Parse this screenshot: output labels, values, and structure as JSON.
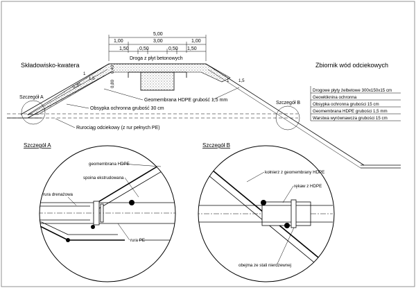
{
  "title_left": "Składowisko-kwatera",
  "title_right": "Zbiornik wód odciekowych",
  "road_label": "Droga z płyt betonowych",
  "dims": {
    "total": "5,00",
    "left": "1,00",
    "mid": "3,00",
    "right": "1,00",
    "row2": [
      "1,50",
      "0,50",
      "0,50",
      "1,50"
    ],
    "h1": "0,80",
    "h2": "0,40"
  },
  "slope_left": [
    "1",
    "1,5"
  ],
  "slope_right": [
    "1",
    "1,5"
  ],
  "thickness_left": "0,30",
  "main_labels": {
    "geomembrane": "Geomembrana HDPE grubość 1,5 mm",
    "cover": "Obsypka ochronna grubość 30 cm",
    "pipe": "Rurociąg odciekowy (z rur pełnych PE)"
  },
  "detail_a_ref": "Szczegół A",
  "detail_b_ref": "Szczegół B",
  "layers": [
    "Drogowe płyty żelbetowe 300x150x15 cm",
    "Geowłóknina ochronna",
    "Obsypka ochronna grubości 15 cm",
    "Geomembrana HDPE grubości 1,5 mm",
    "Warstwa wyrównawcza grubości 15 cm"
  ],
  "detail_a": {
    "title": "Szczegół A",
    "labels": {
      "geomembrane": "geomembrana HDPE",
      "weld": "spoina ekstrudowana",
      "drain": "rura drenażowa",
      "pe_pipe": "rura PE"
    }
  },
  "detail_b": {
    "title": "Szczegół B",
    "labels": {
      "collar": "kołnierz z geomembrany HDPE",
      "sleeve": "rękaw z HDPE",
      "clamp": "obejma ze stali nierdzewnej"
    }
  }
}
